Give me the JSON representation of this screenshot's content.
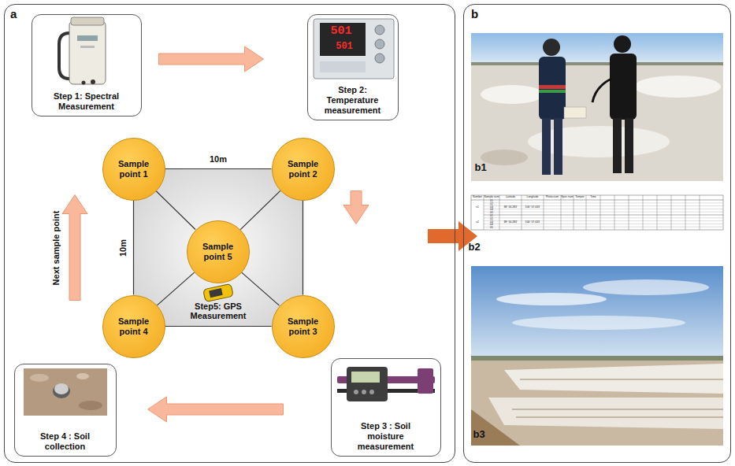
{
  "diagram": {
    "nodes": [
      {
        "text": [
          "a"
        ]
      },
      {
        "text": [
          "Step 1: Spectral Measurement"
        ],
        "in": 0
      },
      {
        "text": [
          "Step 2: Temperature measurement"
        ],
        "in": 0
      },
      {
        "text": [
          "Sample point 1"
        ],
        "in": 0
      },
      {
        "text": [
          "Sample point 2"
        ],
        "in": 0
      },
      {
        "text": [
          "Sample point 5"
        ],
        "in": 0
      },
      {
        "text": [
          "Sample point 4"
        ],
        "in": 0
      },
      {
        "text": [
          "Sample point 3"
        ],
        "in": 0
      },
      {
        "text": [
          "Step 3 : Soil moisture measurement"
        ],
        "in": 0
      },
      {
        "text": [
          "Step 4 : Soil collection"
        ],
        "in": 0
      },
      {
        "text": [
          "b"
        ]
      },
      {
        "text": [
          "b1"
        ],
        "in": 10
      },
      {
        "text": [
          "b2"
        ],
        "in": 10
      },
      {
        "text": [
          "b3"
        ],
        "in": 10
      }
    ],
    "edges": [
      {
        "from": 1,
        "to": 2,
        "arrow": "to"
      },
      {
        "from": 2,
        "to": 8,
        "arrow": "to"
      },
      {
        "from": 8,
        "to": 9,
        "arrow": "to"
      },
      {
        "from": 9,
        "to": 1,
        "arrow": "to",
        "label": "Next sample point"
      },
      {
        "from": 3,
        "to": 4,
        "arrow": "none",
        "label": "10m"
      },
      {
        "from": 4,
        "to": 7,
        "arrow": "none"
      },
      {
        "from": 7,
        "to": 6,
        "arrow": "none"
      },
      {
        "from": 6,
        "to": 3,
        "arrow": "none",
        "label": "10m"
      },
      {
        "from": 3,
        "to": 5,
        "arrow": "none"
      },
      {
        "from": 4,
        "to": 5,
        "arrow": "none"
      },
      {
        "from": 7,
        "to": 5,
        "arrow": "none"
      },
      {
        "from": 6,
        "to": 5,
        "arrow": "none"
      },
      {
        "from": 0,
        "to": 10,
        "arrow": "to"
      }
    ],
    "labels": [
      "Step5: GPS Measurement",
      "501",
      "501",
      "Number",
      "Sample num",
      "Latitude",
      "Longitude",
      "Photo num",
      "Spec num",
      "Temper",
      "Time",
      "s1",
      "01",
      "02",
      "03",
      "04",
      "05",
      "38° 56.283'",
      "106° 57.033'",
      "s2",
      "01",
      "02",
      "03",
      "04",
      "05",
      "38° 56.283'",
      "106° 57.033'"
    ]
  }
}
